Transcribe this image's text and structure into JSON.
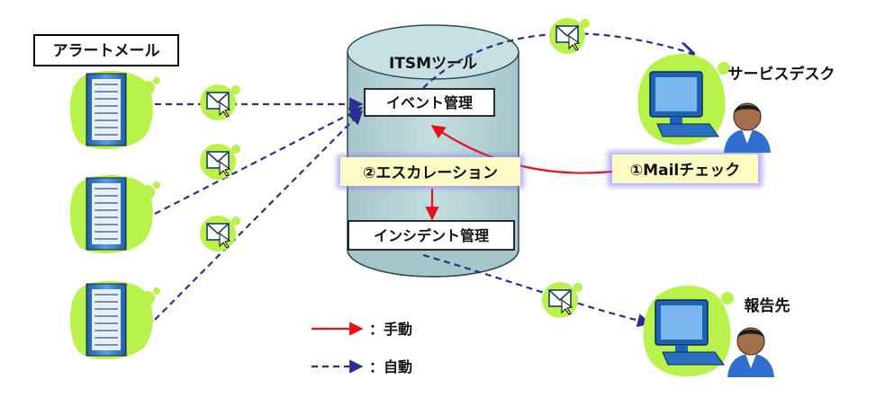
{
  "alert_mail": "アラートメール",
  "itsm_tool": "ITSMツール",
  "event_mgmt": "イベント管理",
  "incident_mgmt": "インシデント管理",
  "escalation": "②エスカレーション",
  "mail_check": "①Mailチェック",
  "service_desk": "サービスデスク",
  "report_to": "報告先",
  "legend": {
    "manual": "：手動",
    "auto": "：自動"
  },
  "colors": {
    "manual": "#e8101a",
    "auto": "#2b2f8c",
    "cylinder": "#b9d5d8",
    "highlight": "#fdfbc4",
    "blob": "#b8f24a"
  }
}
